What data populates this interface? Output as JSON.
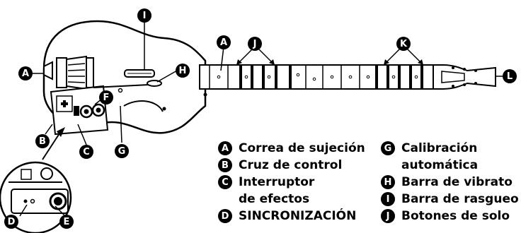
{
  "callouts": {
    "a_left": "A",
    "a_top": "A",
    "b": "B",
    "c": "C",
    "d": "D",
    "e": "E",
    "f": "F",
    "g": "G",
    "h": "H",
    "i": "I",
    "j": "J",
    "k": "K",
    "l": "L"
  },
  "legend_left": [
    {
      "letter": "A",
      "lines": [
        "Correa de sujeción"
      ]
    },
    {
      "letter": "B",
      "lines": [
        "Cruz de control"
      ]
    },
    {
      "letter": "C",
      "lines": [
        "Interruptor",
        "de efectos"
      ]
    },
    {
      "letter": "D",
      "lines": [
        "SINCRONIZACIÓN"
      ]
    }
  ],
  "legend_right": [
    {
      "letter": "G",
      "lines": [
        "Calibración",
        "automática"
      ]
    },
    {
      "letter": "H",
      "lines": [
        "Barra de vibrato"
      ]
    },
    {
      "letter": "I",
      "lines": [
        "Barra de rasgueo"
      ]
    },
    {
      "letter": "J",
      "lines": [
        "Botones de solo"
      ]
    }
  ],
  "colors": {
    "ink": "#000000",
    "paper": "#ffffff",
    "accent": "#000000"
  }
}
